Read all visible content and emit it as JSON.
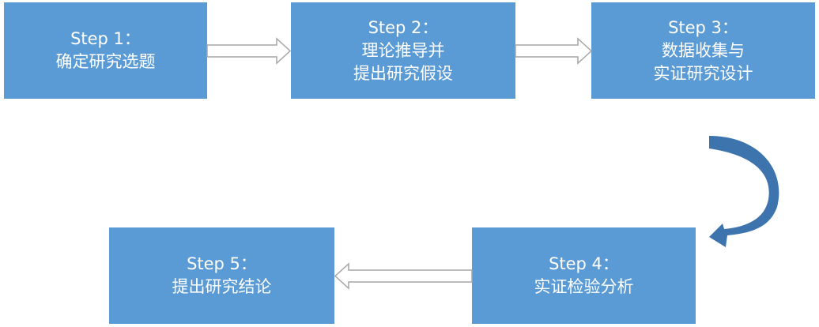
{
  "colors": {
    "box": "#5b9bd5",
    "curved_arrow": "#3d74ad",
    "arrow_outline": "#a6a6a6"
  },
  "steps": [
    {
      "title": "Step 1：",
      "lines": [
        "确定研究选题"
      ]
    },
    {
      "title": "Step 2：",
      "lines": [
        "理论推导并",
        "提出研究假设"
      ]
    },
    {
      "title": "Step 3：",
      "lines": [
        "数据收集与",
        "实证研究设计"
      ]
    },
    {
      "title": "Step 4：",
      "lines": [
        "实证检验分析"
      ]
    },
    {
      "title": "Step 5：",
      "lines": [
        "提出研究结论"
      ]
    }
  ]
}
